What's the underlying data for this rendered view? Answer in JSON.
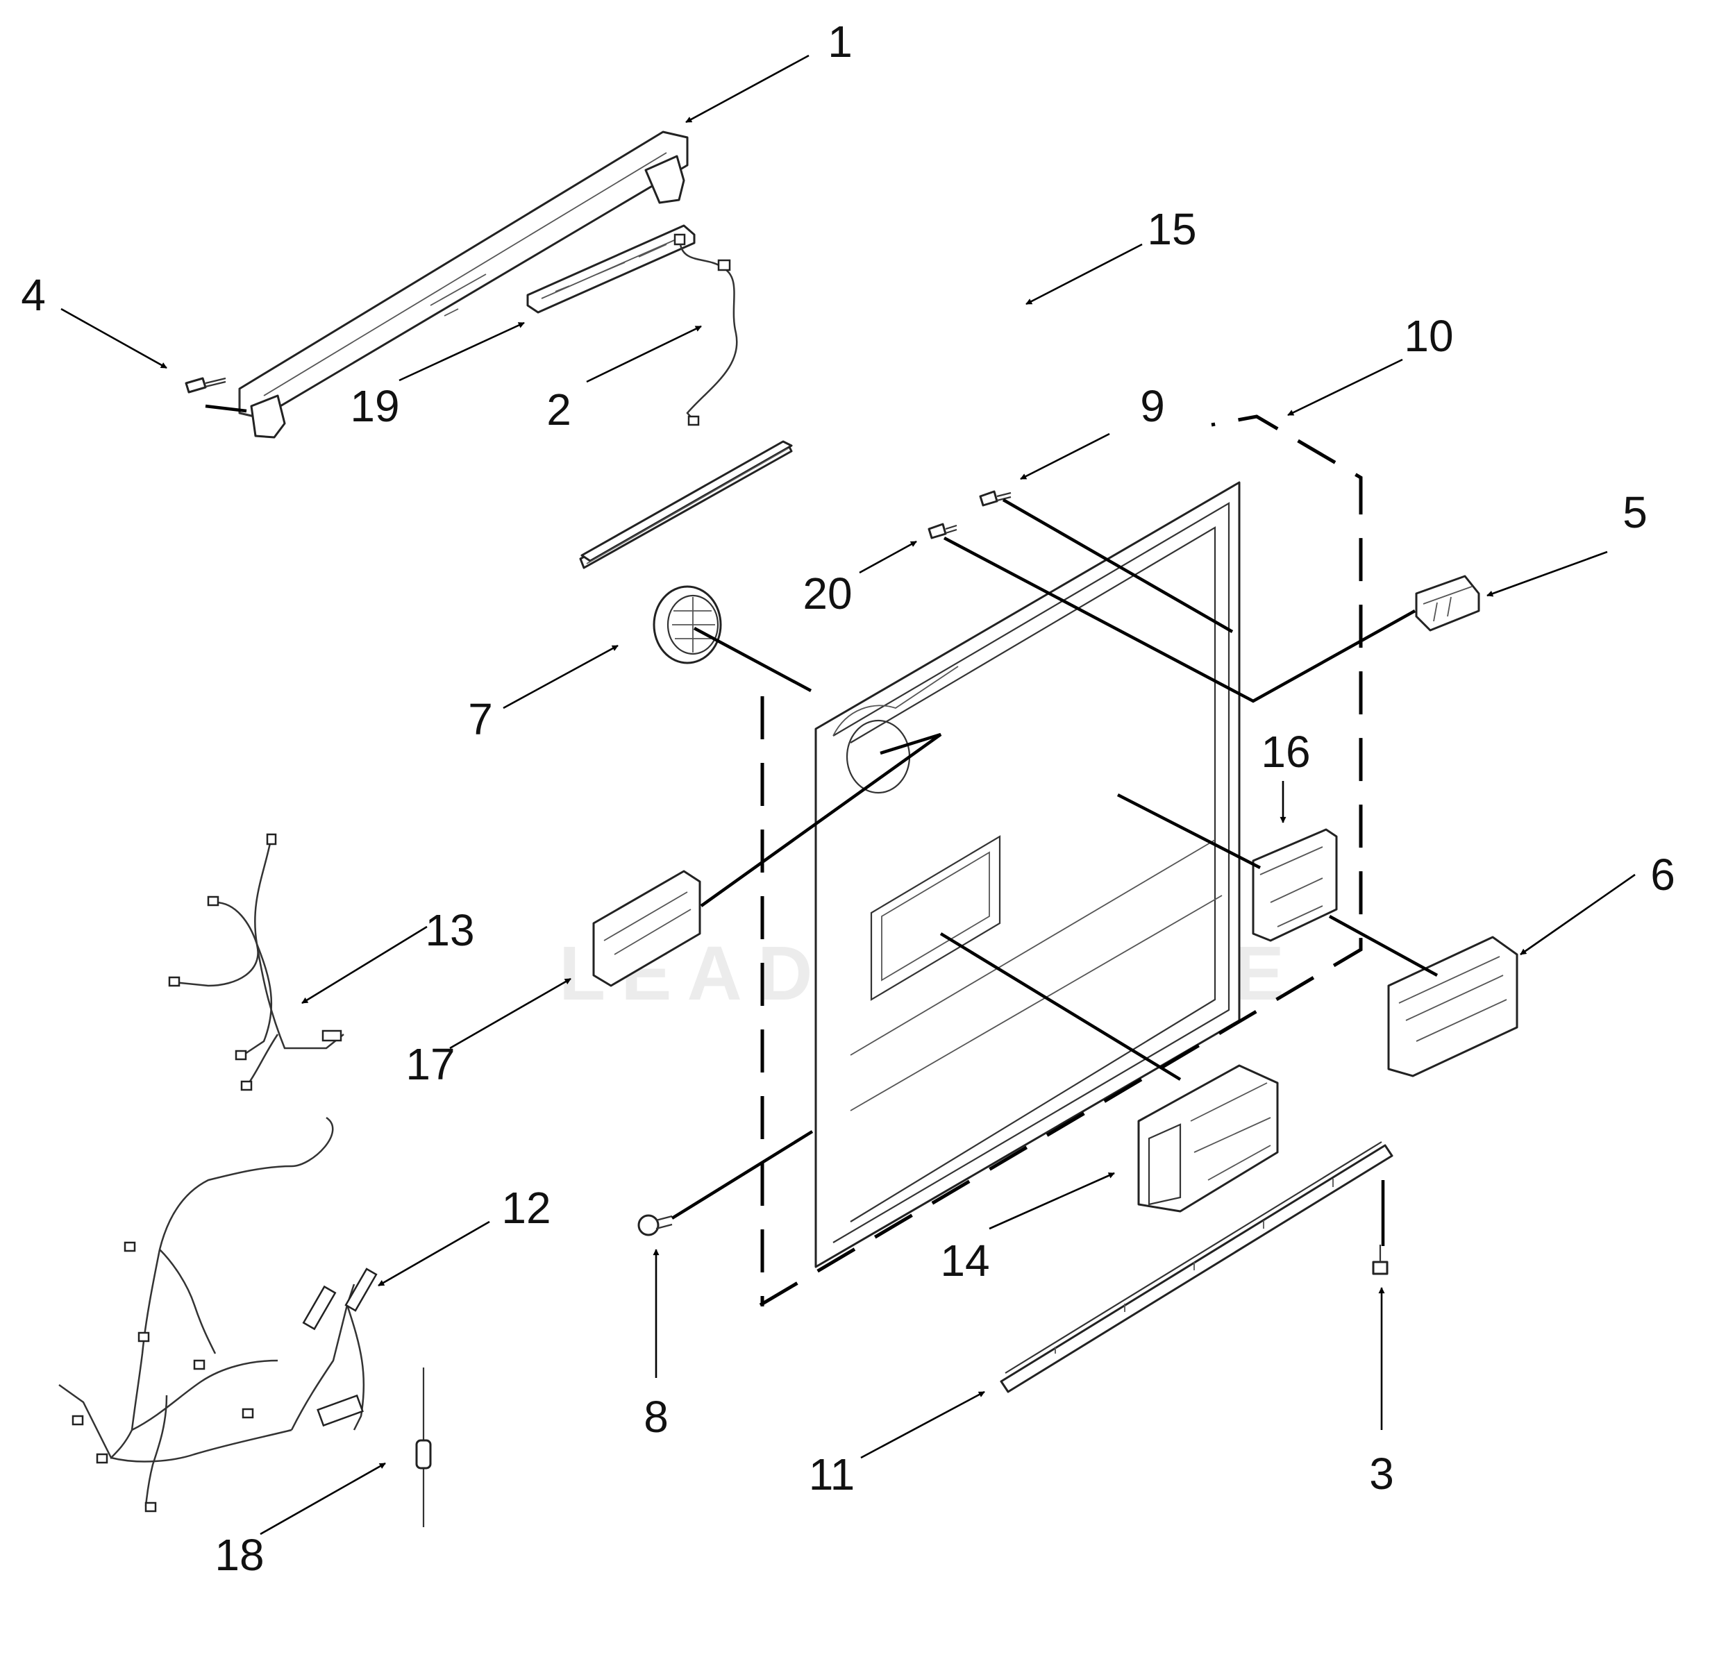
{
  "watermark": "LEADVENTURE",
  "callouts": [
    {
      "id": "1",
      "label": "1"
    },
    {
      "id": "2",
      "label": "2"
    },
    {
      "id": "3",
      "label": "3"
    },
    {
      "id": "4",
      "label": "4"
    },
    {
      "id": "5",
      "label": "5"
    },
    {
      "id": "6",
      "label": "6"
    },
    {
      "id": "7",
      "label": "7"
    },
    {
      "id": "8",
      "label": "8"
    },
    {
      "id": "9",
      "label": "9"
    },
    {
      "id": "10",
      "label": "10"
    },
    {
      "id": "11",
      "label": "11"
    },
    {
      "id": "12",
      "label": "12"
    },
    {
      "id": "13",
      "label": "13"
    },
    {
      "id": "14",
      "label": "14"
    },
    {
      "id": "15",
      "label": "15"
    },
    {
      "id": "16",
      "label": "16"
    },
    {
      "id": "17",
      "label": "17"
    },
    {
      "id": "18",
      "label": "18"
    },
    {
      "id": "19",
      "label": "19"
    },
    {
      "id": "20",
      "label": "20"
    }
  ]
}
